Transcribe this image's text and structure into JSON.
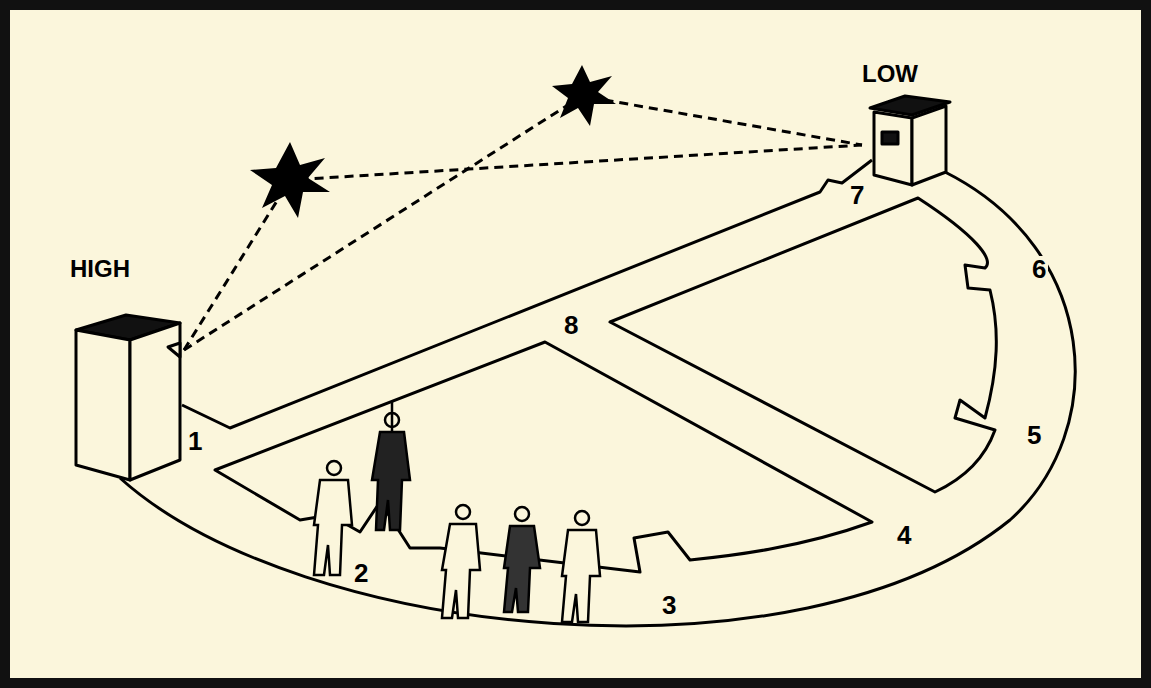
{
  "diagram": {
    "nodes": [
      {
        "text": [
          "HIGH"
        ]
      },
      {
        "text": [
          "LOW"
        ]
      }
    ],
    "edges": [
      {
        "from": 0,
        "to": 1,
        "arrow": "none"
      },
      {
        "from": 0,
        "to": 1,
        "arrow": "none"
      }
    ],
    "labels": [
      "1",
      "2",
      "3",
      "4",
      "5",
      "6",
      "7",
      "8"
    ]
  }
}
